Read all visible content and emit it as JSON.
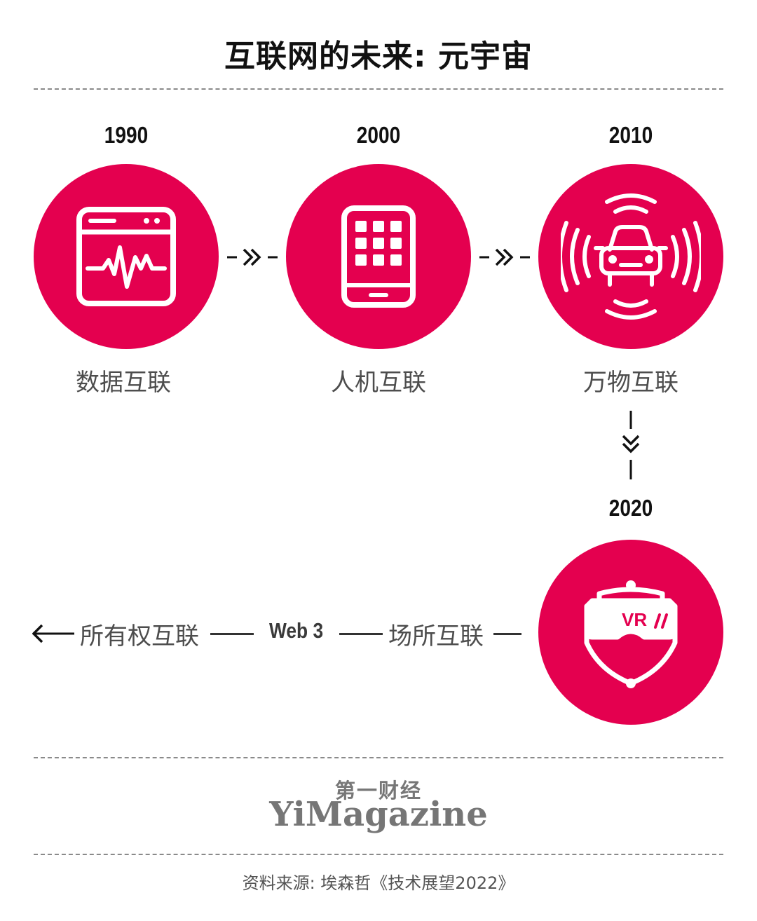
{
  "title": "互联网的未来: 元宇宙",
  "stages": [
    {
      "year": "1990",
      "label": "数据互联",
      "icon": "browser-heartbeat-icon"
    },
    {
      "year": "2000",
      "label": "人机互联",
      "icon": "smartphone-icon"
    },
    {
      "year": "2010",
      "label": "万物互联",
      "icon": "connected-car-icon"
    },
    {
      "year": "2020",
      "label": "场所互联",
      "icon": "vr-headset-icon"
    }
  ],
  "vr_text": "VR",
  "bottom": {
    "ownership": "所有权互联",
    "web3": "Web 3"
  },
  "brand": {
    "cn": "第一财经",
    "en": "YiMagazine"
  },
  "source": "资料来源: 埃森哲《技术展望2022》",
  "colors": {
    "accent": "#e4004f",
    "text": "#4d4d4d",
    "dash": "#8a8a8a"
  }
}
